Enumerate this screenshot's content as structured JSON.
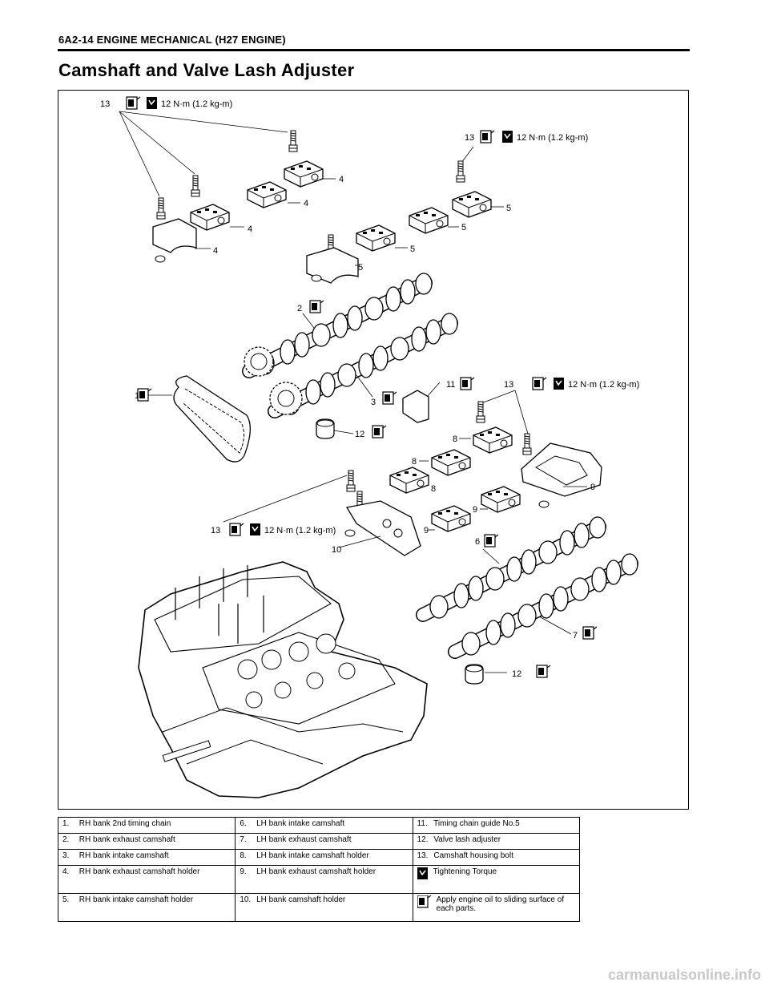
{
  "header": {
    "section": "6A2-14 ENGINE MECHANICAL (H27 ENGINE)"
  },
  "title": "Camshaft and Valve Lash Adjuster",
  "figure": {
    "torque_text": "12 N·m (1.2 kg-m)",
    "callouts": {
      "n1": "1",
      "n2": "2",
      "n3": "3",
      "n4": "4",
      "n5": "5",
      "n6": "6",
      "n7": "7",
      "n8": "8",
      "n9": "9",
      "n10": "10",
      "n11": "11",
      "n12": "12",
      "n13": "13"
    }
  },
  "legend": {
    "rows": [
      [
        {
          "num": "1.",
          "text": "RH bank 2nd timing chain"
        },
        {
          "num": "6.",
          "text": "LH bank intake camshaft"
        },
        {
          "num": "11.",
          "text": "Timing chain guide No.5"
        }
      ],
      [
        {
          "num": "2.",
          "text": "RH bank exhaust camshaft"
        },
        {
          "num": "7.",
          "text": "LH bank exhaust camshaft"
        },
        {
          "num": "12.",
          "text": "Valve lash adjuster"
        }
      ],
      [
        {
          "num": "3.",
          "text": "RH bank intake camshaft"
        },
        {
          "num": "8.",
          "text": "LH bank intake camshaft holder"
        },
        {
          "num": "13.",
          "text": "Camshaft housing bolt"
        }
      ],
      [
        {
          "num": "4.",
          "text": "RH bank exhaust camshaft holder"
        },
        {
          "num": "9.",
          "text": "LH bank exhaust camshaft holder"
        },
        {
          "num": "",
          "text": "Tightening Torque"
        }
      ],
      [
        {
          "num": "5.",
          "text": "RH bank intake camshaft holder"
        },
        {
          "num": "10.",
          "text": "LH bank camshaft holder"
        },
        {
          "num": "",
          "text": "Apply engine oil to sliding surface of each parts."
        }
      ]
    ]
  },
  "watermark": "carmanualsonline.info"
}
